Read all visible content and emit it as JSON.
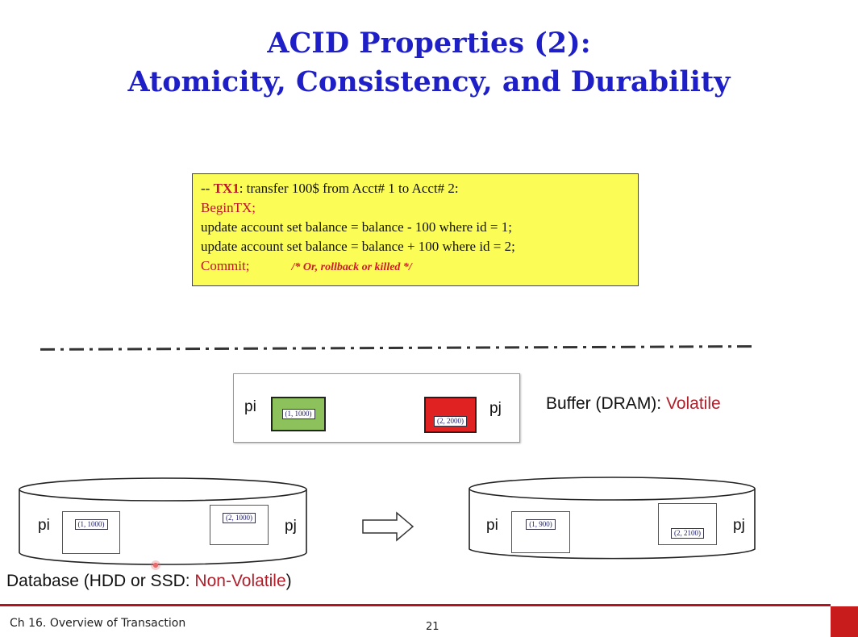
{
  "slide": {
    "title_line1": "ACID Properties (2):",
    "title_line2": "Atomicity, Consistency, and Durability"
  },
  "code": {
    "line1_prefix": "-- ",
    "line1_tx": "TX1",
    "line1_rest": ": transfer 100$ from Acct# 1 to Acct# 2:",
    "line2": "BeginTX;",
    "line3": "update account set balance = balance - 100 where id = 1;",
    "line4": "update account set balance = balance + 100 where id = 2;",
    "line5_commit": "Commit;",
    "line5_comment": "/* Or, rollback or killed */"
  },
  "buffer": {
    "pi_label": "pi",
    "pj_label": "pj",
    "pi_record": "(1, 1000)",
    "pj_record": "(2, 2000)",
    "label_prefix": "Buffer (DRAM): ",
    "label_volatile": "Volatile"
  },
  "db_before": {
    "pi_label": "pi",
    "pj_label": "pj",
    "pi_record": "(1, 1000)",
    "pj_record": "(2, 1000)"
  },
  "db_after": {
    "pi_label": "pi",
    "pj_label": "pj",
    "pi_record": "(1, 900)",
    "pj_record": "(2, 2100)"
  },
  "database": {
    "label_prefix": "Database (HDD or SSD: ",
    "label_nonvolatile": "Non-Volatile",
    "label_suffix": ")"
  },
  "footer": {
    "chapter": "Ch 16. Overview of Transaction",
    "page_number": "21"
  },
  "colors": {
    "title": "#1f1fc8",
    "code_background": "#fcfc56",
    "accent_red": "#b01e2a",
    "pi_buffer_page": "#8dc15c",
    "pj_buffer_page": "#e02222"
  }
}
